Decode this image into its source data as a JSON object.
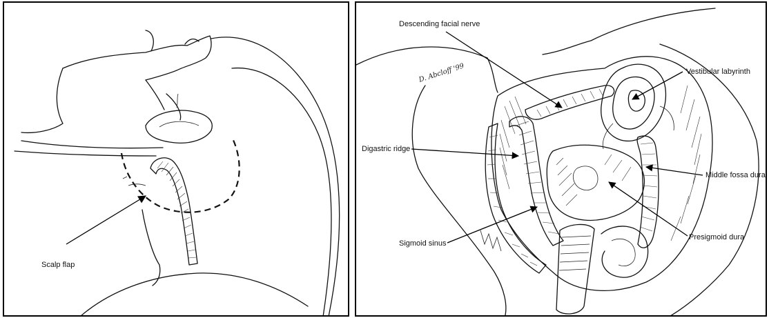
{
  "left_panel": {
    "labels": {
      "scalp_flap": "Scalp flap"
    }
  },
  "right_panel": {
    "signature": "D. Abcloff '99",
    "labels": {
      "descending_facial_nerve": "Descending facial nerve",
      "vestibular_labyrinth": "Vestibular labyrinth",
      "digastric_ridge": "Digastric ridge",
      "middle_fossa_dura": "Middle fossa dura",
      "sigmoid_sinus": "Sigmoid sinus",
      "presigmoid_dura": "Presigmoid dura"
    }
  }
}
